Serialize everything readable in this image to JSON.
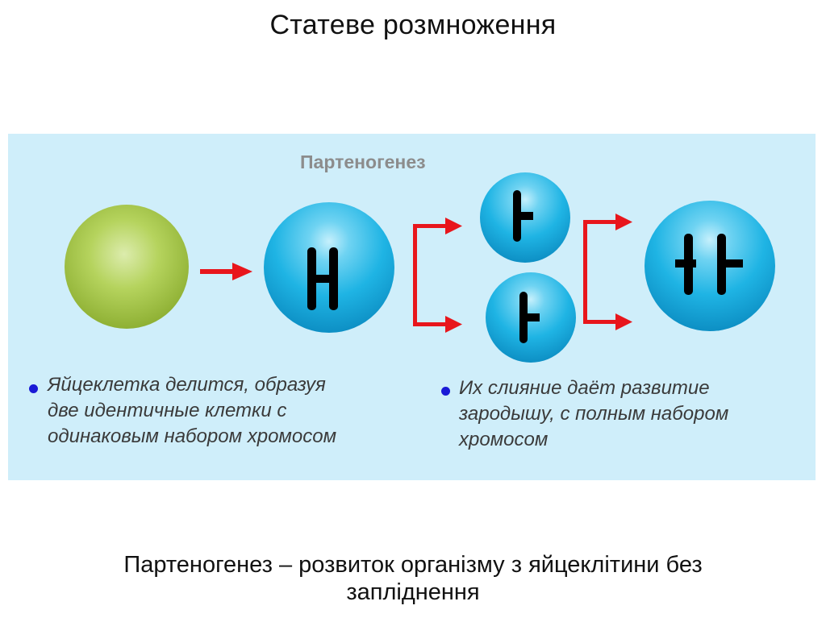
{
  "slide": {
    "title": "Статеве розмноження",
    "definition_lines": [
      "Партеногенез – розвиток організму з яйцеклітини без",
      "запліднення"
    ]
  },
  "diagram": {
    "title": "Партеногенез",
    "caption_left_lines": [
      "Яйцеклетка делится, образуя",
      "две идентичные клетки с",
      "одинаковым набором хромосом"
    ],
    "caption_right_lines": [
      "Их слияние даёт развитие",
      "зародышу, с полным набором",
      "хромосом"
    ]
  },
  "colors": {
    "panel_background": "#cfeefa",
    "egg_cell": "#a6c84a",
    "blue_cell": "#1cb4e4",
    "arrow": "#e8161c",
    "chromosome": "#000000",
    "bullet": "#1a1ad6",
    "diagram_title": "#8c8c8c"
  }
}
